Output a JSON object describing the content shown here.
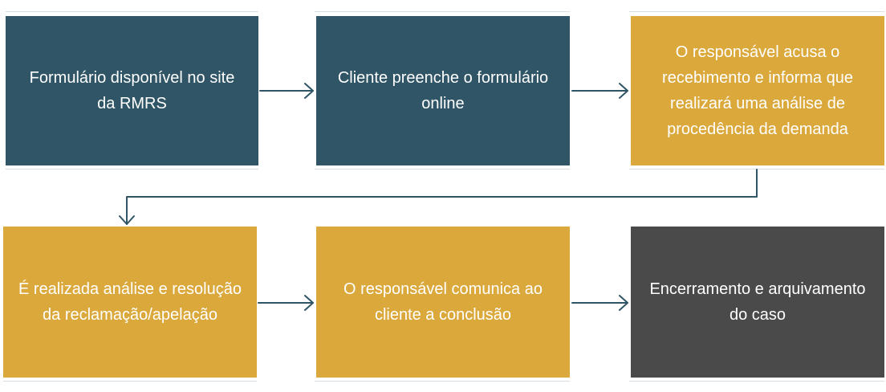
{
  "steps": [
    {
      "id": "step-1",
      "text": "Formulário disponível no site da RMRS",
      "color": "#2f5566"
    },
    {
      "id": "step-2",
      "text": "Cliente preenche o formulário online",
      "color": "#2f5566"
    },
    {
      "id": "step-3",
      "text": "O responsável acusa o recebimento e informa que realizará uma análise de procedência da demanda",
      "color": "#dba83b"
    },
    {
      "id": "step-4",
      "text": "É realizada análise e resolução da reclamação/apelação",
      "color": "#dba83b"
    },
    {
      "id": "step-5",
      "text": "O responsável comunica ao cliente a conclusão",
      "color": "#dba83b"
    },
    {
      "id": "step-6",
      "text": "Encerramento e arquivamento do caso",
      "color": "#4a4a4a"
    }
  ],
  "arrow_color": "#2f5566"
}
